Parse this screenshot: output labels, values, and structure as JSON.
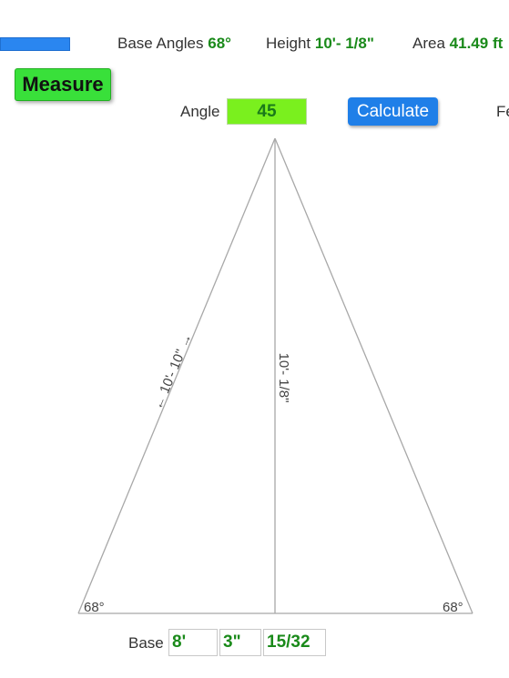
{
  "header": {
    "base_angles_label": "Base Angles",
    "base_angles_value": "68°",
    "height_label": "Height",
    "height_value": "10'- 1/8\"",
    "area_label": "Area",
    "area_value": "41.49",
    "area_unit": "ft"
  },
  "controls": {
    "measure_label": "Measure",
    "angle_label": "Angle",
    "angle_value": "45",
    "calculate_label": "Calculate",
    "feet_label_partial": "Fe"
  },
  "triangle": {
    "side_label": "← 10'- 10\" →",
    "height_label": "10'- 1/8\"",
    "left_angle": "68°",
    "right_angle": "68°"
  },
  "base": {
    "label": "Base",
    "feet": "8'",
    "inches": "3\"",
    "fraction": "15/32"
  },
  "colors": {
    "accent_green": "#39e03a",
    "value_green": "#1a8a1a",
    "calc_blue": "#1f7fe8"
  }
}
